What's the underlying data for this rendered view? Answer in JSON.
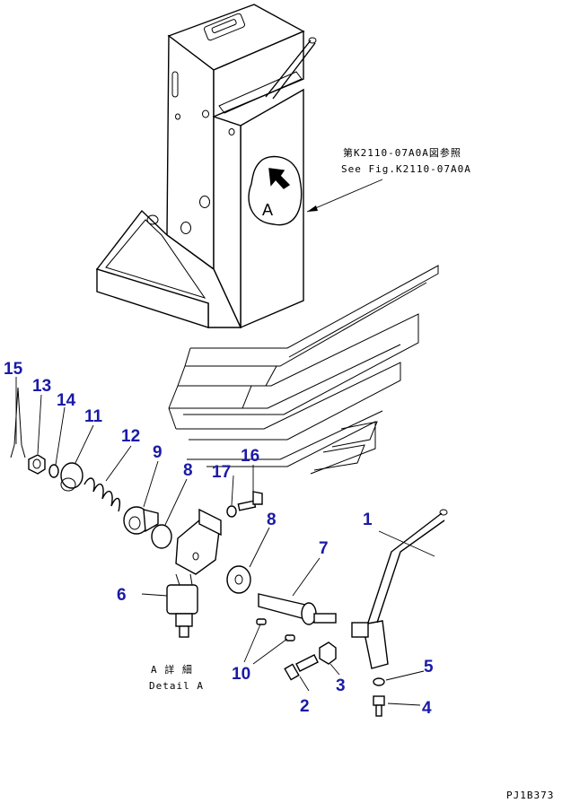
{
  "notes": {
    "fig_ref_jp": "第K2110-07A0A図参照",
    "fig_ref_en": "See Fig.K2110-07A0A",
    "callout_letter": "A",
    "detail_jp": "A 詳 細",
    "detail_en": "Detail A",
    "drawing_id": "PJ1B373"
  },
  "parts": [
    {
      "number": "1"
    },
    {
      "number": "2"
    },
    {
      "number": "3"
    },
    {
      "number": "4"
    },
    {
      "number": "5"
    },
    {
      "number": "6"
    },
    {
      "number": "7"
    },
    {
      "number": "8"
    },
    {
      "number": "8"
    },
    {
      "number": "9"
    },
    {
      "number": "10"
    },
    {
      "number": "11"
    },
    {
      "number": "12"
    },
    {
      "number": "13"
    },
    {
      "number": "14"
    },
    {
      "number": "15"
    },
    {
      "number": "16"
    },
    {
      "number": "17"
    }
  ],
  "colors": {
    "label": "#1a1aa6",
    "lines": "#000000",
    "background": "#ffffff"
  }
}
